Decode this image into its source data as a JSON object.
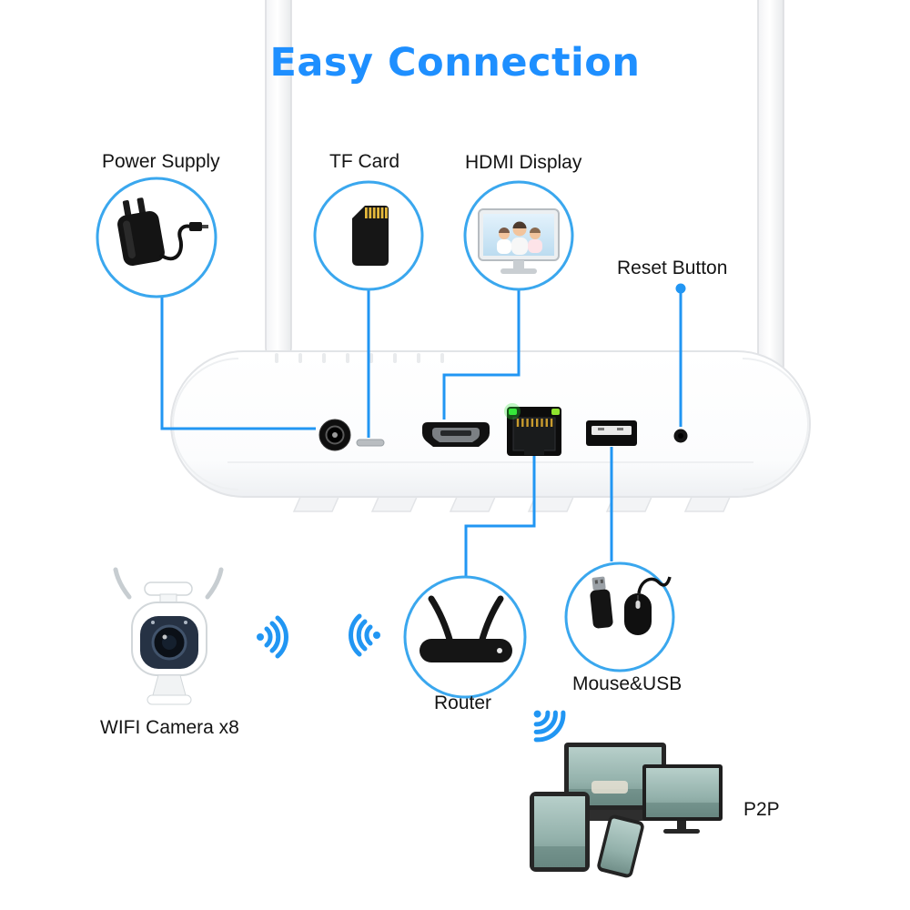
{
  "title": "Easy Connection",
  "colors": {
    "accent": "#2196f3",
    "circle_border": "#3aa7ee",
    "title": "#1e8fff"
  },
  "labels": {
    "power_supply": "Power Supply",
    "tf_card": "TF Card",
    "hdmi_display": "HDMI Display",
    "reset_button": "Reset Button",
    "wifi_camera": "WIFI Camera x8",
    "router": "Router",
    "mouse_usb": "Mouse&USB",
    "p2p": "P2P"
  },
  "icons": {
    "power_adapter": "power-adapter-icon",
    "tf_card": "tf-card-icon",
    "hdmi_display": "hdmi-display-icon",
    "wifi_camera": "wifi-camera-icon",
    "router": "router-icon",
    "mouse_usb": "mouse-usb-icon",
    "p2p_devices": "p2p-devices-icon",
    "wifi_waves": "wifi-waves-icon"
  },
  "device": {
    "name": "NVR recorder rear panel",
    "ports": [
      "dc-power-jack",
      "tf-card-slot",
      "hdmi-port",
      "ethernet-port",
      "usb-port",
      "reset-button-hole"
    ]
  }
}
